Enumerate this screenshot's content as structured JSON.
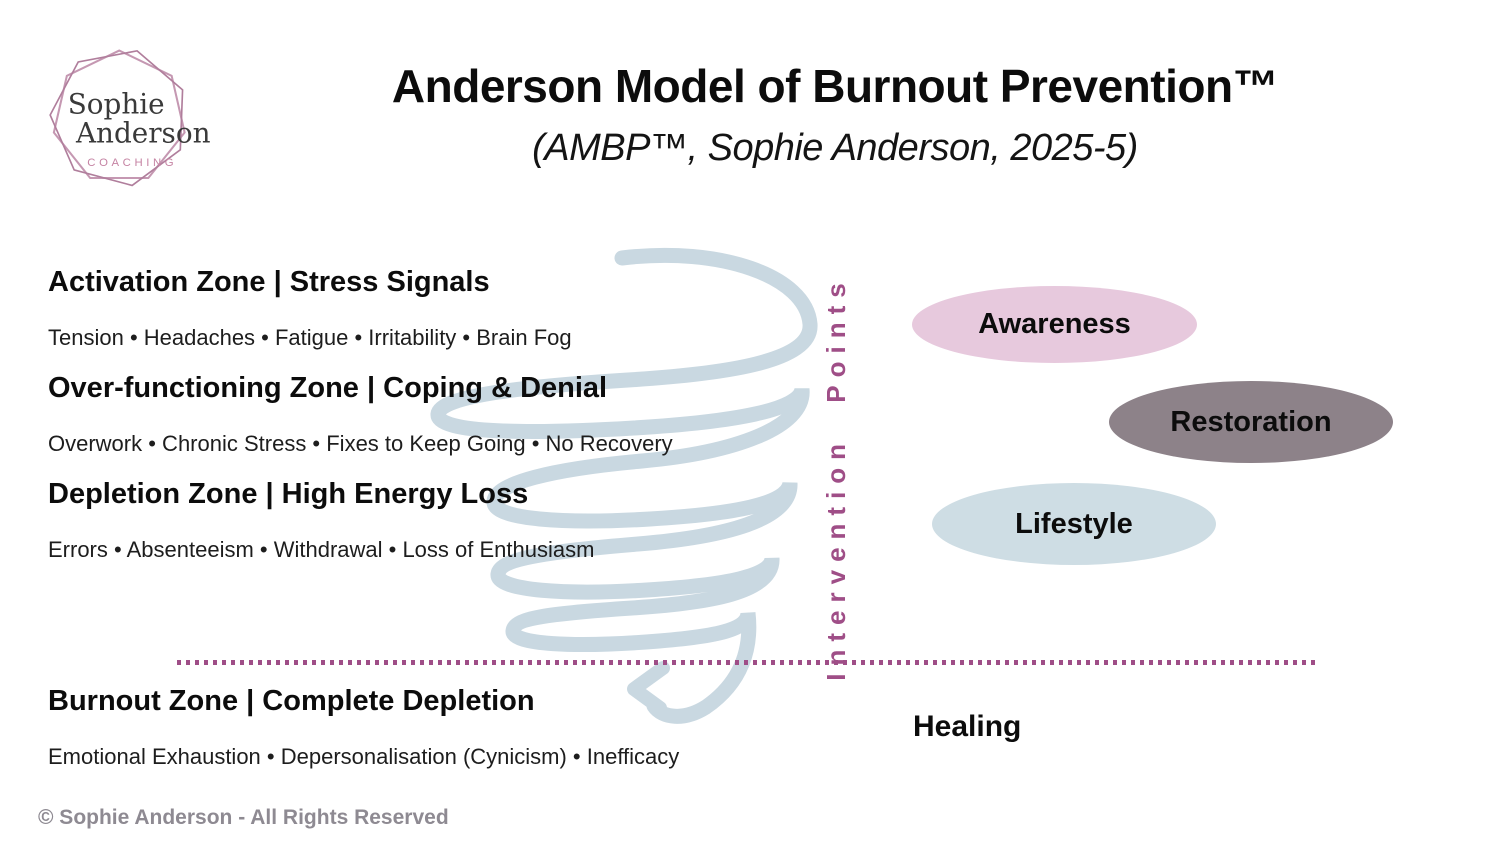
{
  "page": {
    "background": "#ffffff"
  },
  "logo": {
    "line1": "Sophie",
    "line2": "Anderson",
    "line3": "C O A C H I N G",
    "frame_color_outer": "#C598B2",
    "frame_color_inner": "#B07E9C",
    "coaching_color": "#C583A3"
  },
  "header": {
    "title": "Anderson Model of Burnout Prevention™",
    "subtitle": "(AMBP™, Sophie Anderson, 2025-5)"
  },
  "zones": [
    {
      "heading": "Activation Zone | Stress Signals",
      "details": "Tension • Headaches • Fatigue • Irritability • Brain Fog"
    },
    {
      "heading": "Over-functioning Zone | Coping & Denial",
      "details": "Overwork • Chronic Stress • Fixes to Keep Going • No Recovery"
    },
    {
      "heading": "Depletion Zone | High Energy Loss",
      "details": "Errors • Absenteeism • Withdrawal • Loss of Enthusiasm"
    },
    {
      "heading": "Burnout Zone | Complete Depletion",
      "details": "Emotional Exhaustion • Depersonalisation (Cynicism) • Inefficacy"
    }
  ],
  "axis": {
    "label": "Intervention Points",
    "color": "#9F4E87"
  },
  "interventions": [
    {
      "label": "Awareness",
      "color": "#E7C9DD"
    },
    {
      "label": "Restoration",
      "color": "#8D8289"
    },
    {
      "label": "Lifestyle",
      "color": "#CEDDE4"
    }
  ],
  "healing": {
    "label": "Healing"
  },
  "divider": {
    "style": "dotted",
    "color": "#9F4E87"
  },
  "spiral": {
    "color": "#C9D8E1"
  },
  "footer": {
    "copyright": "© Sophie Anderson - All Rights Reserved",
    "color": "#8E8A92"
  }
}
